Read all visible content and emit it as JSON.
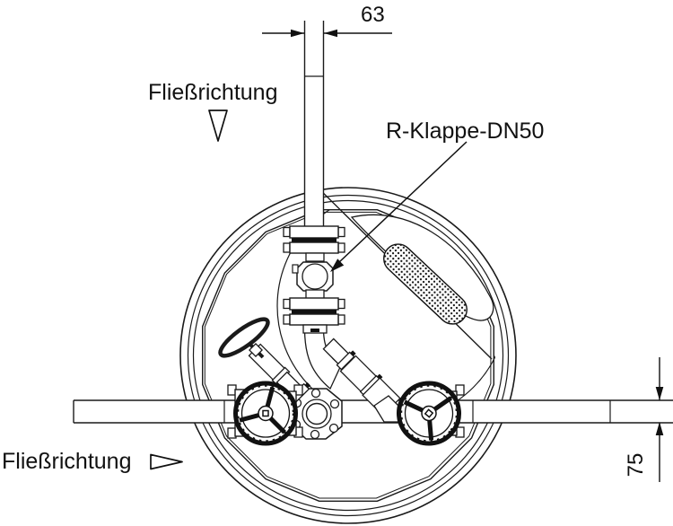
{
  "drawing": {
    "valve_label": "R-Klappe-DN50",
    "dimension_top": "63",
    "dimension_right": "75",
    "flow_top": "Fließrichtung",
    "flow_bottom": "Fließrichtung"
  },
  "icons": {
    "flow_down_arrow": "open-triangle-down",
    "flow_right_arrow": "open-triangle-right",
    "dimension_arrowheads": "filled-arrowhead",
    "leader_arrowhead": "filled-arrowhead",
    "handwheel": "spoked-wheel",
    "ladder_hatch": "diagonal-dot-hatch"
  },
  "colors": {
    "line": "#1a1a1a",
    "background": "#ffffff",
    "hatch": "#000000"
  }
}
